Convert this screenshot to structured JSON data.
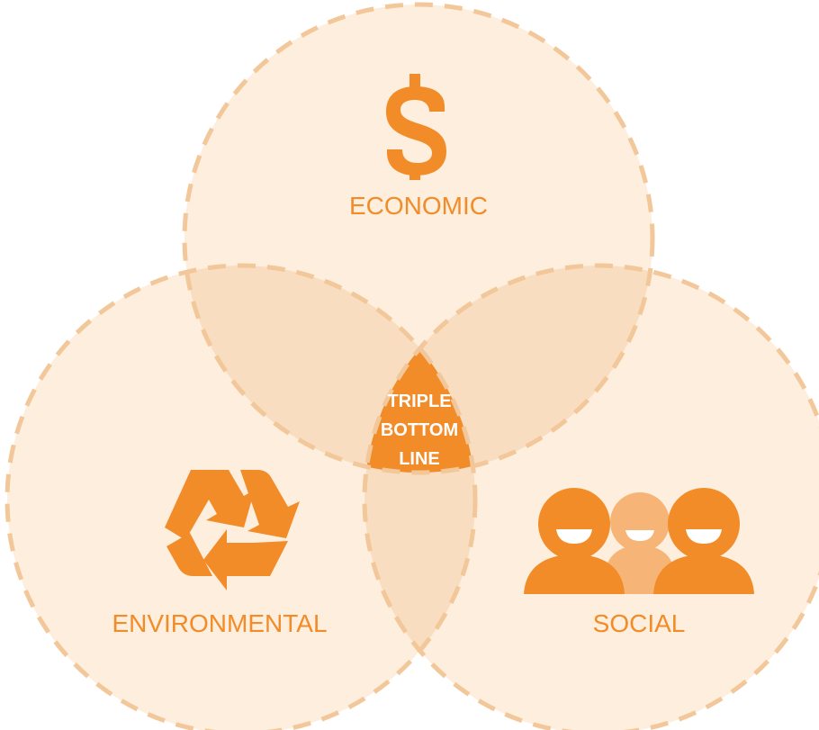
{
  "diagram": {
    "circles": [
      {
        "id": "economic",
        "label": "ECONOMIC",
        "icon": "dollar-icon"
      },
      {
        "id": "environmental",
        "label": "ENVIRONMENTAL",
        "icon": "recycle-icon"
      },
      {
        "id": "social",
        "label": "SOCIAL",
        "icon": "people-icon"
      }
    ],
    "center": {
      "lines": [
        "TRIPLE",
        "BOTTOM",
        "LINE"
      ]
    },
    "colors": {
      "circle_fill": "#fdeedd",
      "overlap_fill": "#f8ddc0",
      "dashed_stroke": "#f2c79a",
      "accent": "#f28c28",
      "accent_light": "#f6b577",
      "label_text": "#f28c28",
      "center_text": "#ffffff",
      "background": "#ffffff"
    }
  }
}
